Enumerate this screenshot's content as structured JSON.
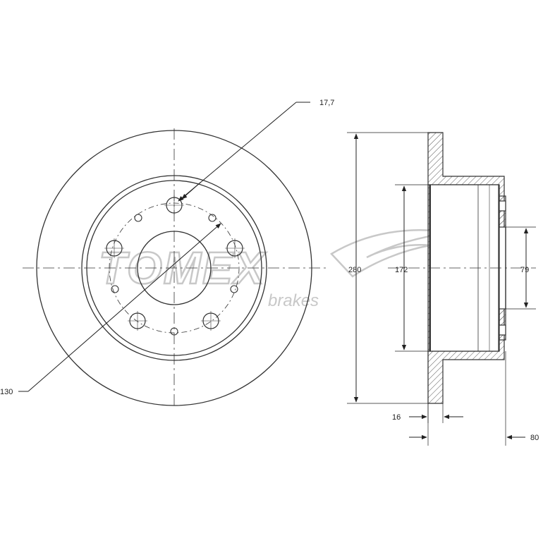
{
  "dimensions": {
    "bolt_hole": "17,7",
    "pcd": "130",
    "outer_diameter": "280",
    "hat_diameter": "172",
    "center_bore": "79",
    "thickness": "16",
    "height": "80"
  },
  "watermark": {
    "brand": "TOMEX",
    "sub": "brakes"
  }
}
